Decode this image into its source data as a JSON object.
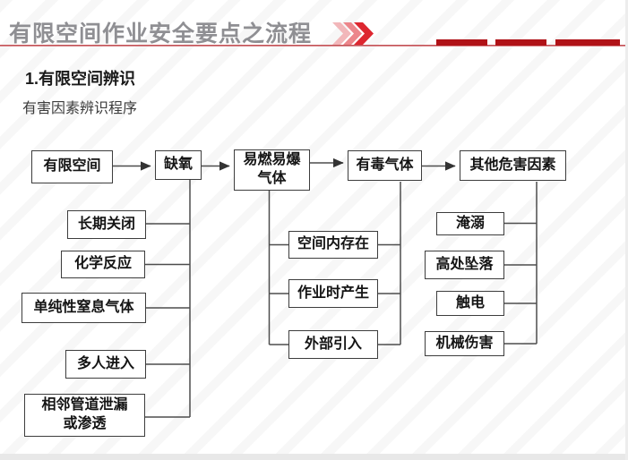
{
  "header": {
    "title": "有限空间作业安全要点之流程"
  },
  "section": {
    "heading": "1.有限空间辨识",
    "subtitle": "有害因素辨识程序"
  },
  "flowchart": {
    "top": [
      "有限空间",
      "缺氧",
      "易燃易爆\n气体",
      "有毒气体",
      "其他危害因素"
    ],
    "oxygen_causes": [
      "长期关闭",
      "化学反应",
      "单纯性窒息气体",
      "多人进入",
      "相邻管道泄漏\n或渗透"
    ],
    "gas_sources": [
      "空间内存在",
      "作业时产生",
      "外部引入"
    ],
    "other_hazards": [
      "淹溺",
      "高处坠落",
      "触电",
      "机械伤害"
    ]
  },
  "colors": {
    "accent_red": "#b01217",
    "title_gray": "#8f8f93",
    "line_gray": "#4d4d4d",
    "chevron_light": "#f2b7ba",
    "chevron_mid": "#ec868b",
    "chevron_dark": "#dd2730"
  }
}
